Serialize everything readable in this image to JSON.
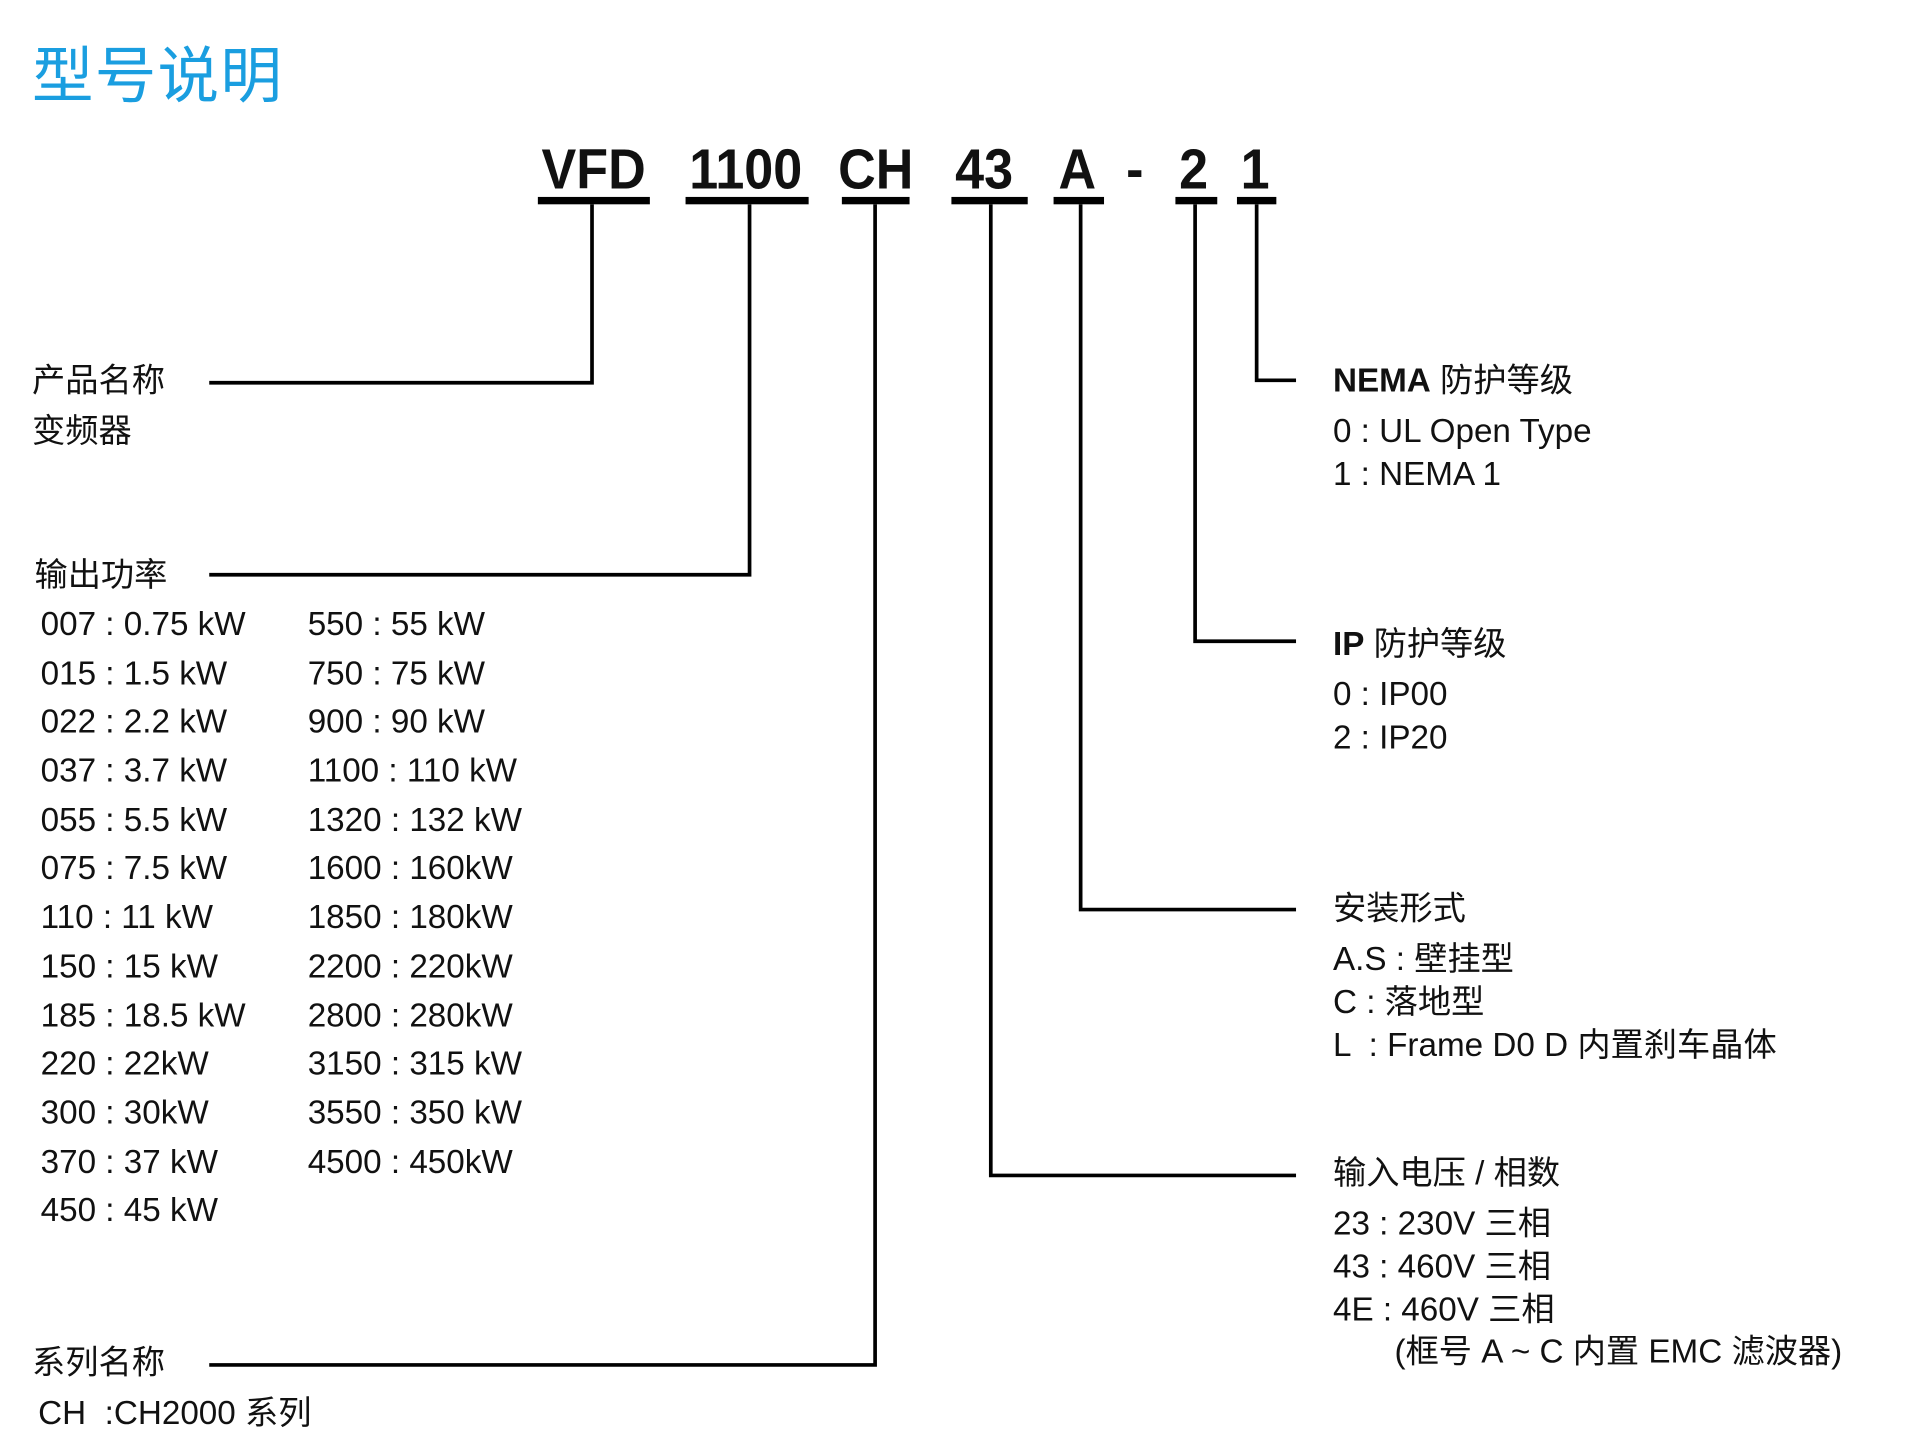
{
  "title": "型号说明",
  "code": {
    "vfd": "VFD",
    "power": "1100",
    "series": "CH",
    "voltage": "43",
    "mount": "A",
    "dash": "-",
    "ip": "2",
    "nema": "1"
  },
  "product": {
    "label": "产品名称",
    "value": "变频器"
  },
  "power": {
    "label": "输出功率",
    "left": [
      "007 : 0.75 kW",
      "015 : 1.5 kW",
      "022 : 2.2 kW",
      "037 : 3.7 kW",
      "055 : 5.5 kW",
      "075 : 7.5 kW",
      "110 : 11 kW",
      "150 : 15 kW",
      "185 : 18.5 kW",
      "220 : 22kW",
      "300 : 30kW",
      "370 : 37 kW",
      "450 : 45 kW"
    ],
    "right": [
      "550 : 55 kW",
      "750 : 75 kW",
      "900 : 90 kW",
      "1100 : 110 kW",
      "1320 : 132 kW",
      "1600 : 160kW",
      "1850 : 180kW",
      "2200 : 220kW",
      "2800 : 280kW",
      "3150 : 315 kW",
      "3550 : 350 kW",
      "4500 : 450kW"
    ]
  },
  "series": {
    "label": "系列名称",
    "value": "CH  :CH2000 系列"
  },
  "nema": {
    "label_bold": "NEMA",
    "label": " 防护等级",
    "items": [
      "0 : UL Open Type",
      "1 : NEMA 1"
    ]
  },
  "ip": {
    "label_bold": "IP",
    "label": " 防护等级",
    "items": [
      "0 : IP00",
      "2 : IP20"
    ]
  },
  "mount": {
    "label": "安装形式",
    "items": [
      "A.S : 壁挂型",
      "C : 落地型",
      "L  : Frame D0 D 内置刹车晶体"
    ]
  },
  "voltage": {
    "label": "输入电压 / 相数",
    "items": [
      "23 : 230V 三相",
      "43 : 460V 三相",
      "4E : 460V 三相",
      "(框号 A ~ C 内置 EMC 滤波器)"
    ]
  }
}
